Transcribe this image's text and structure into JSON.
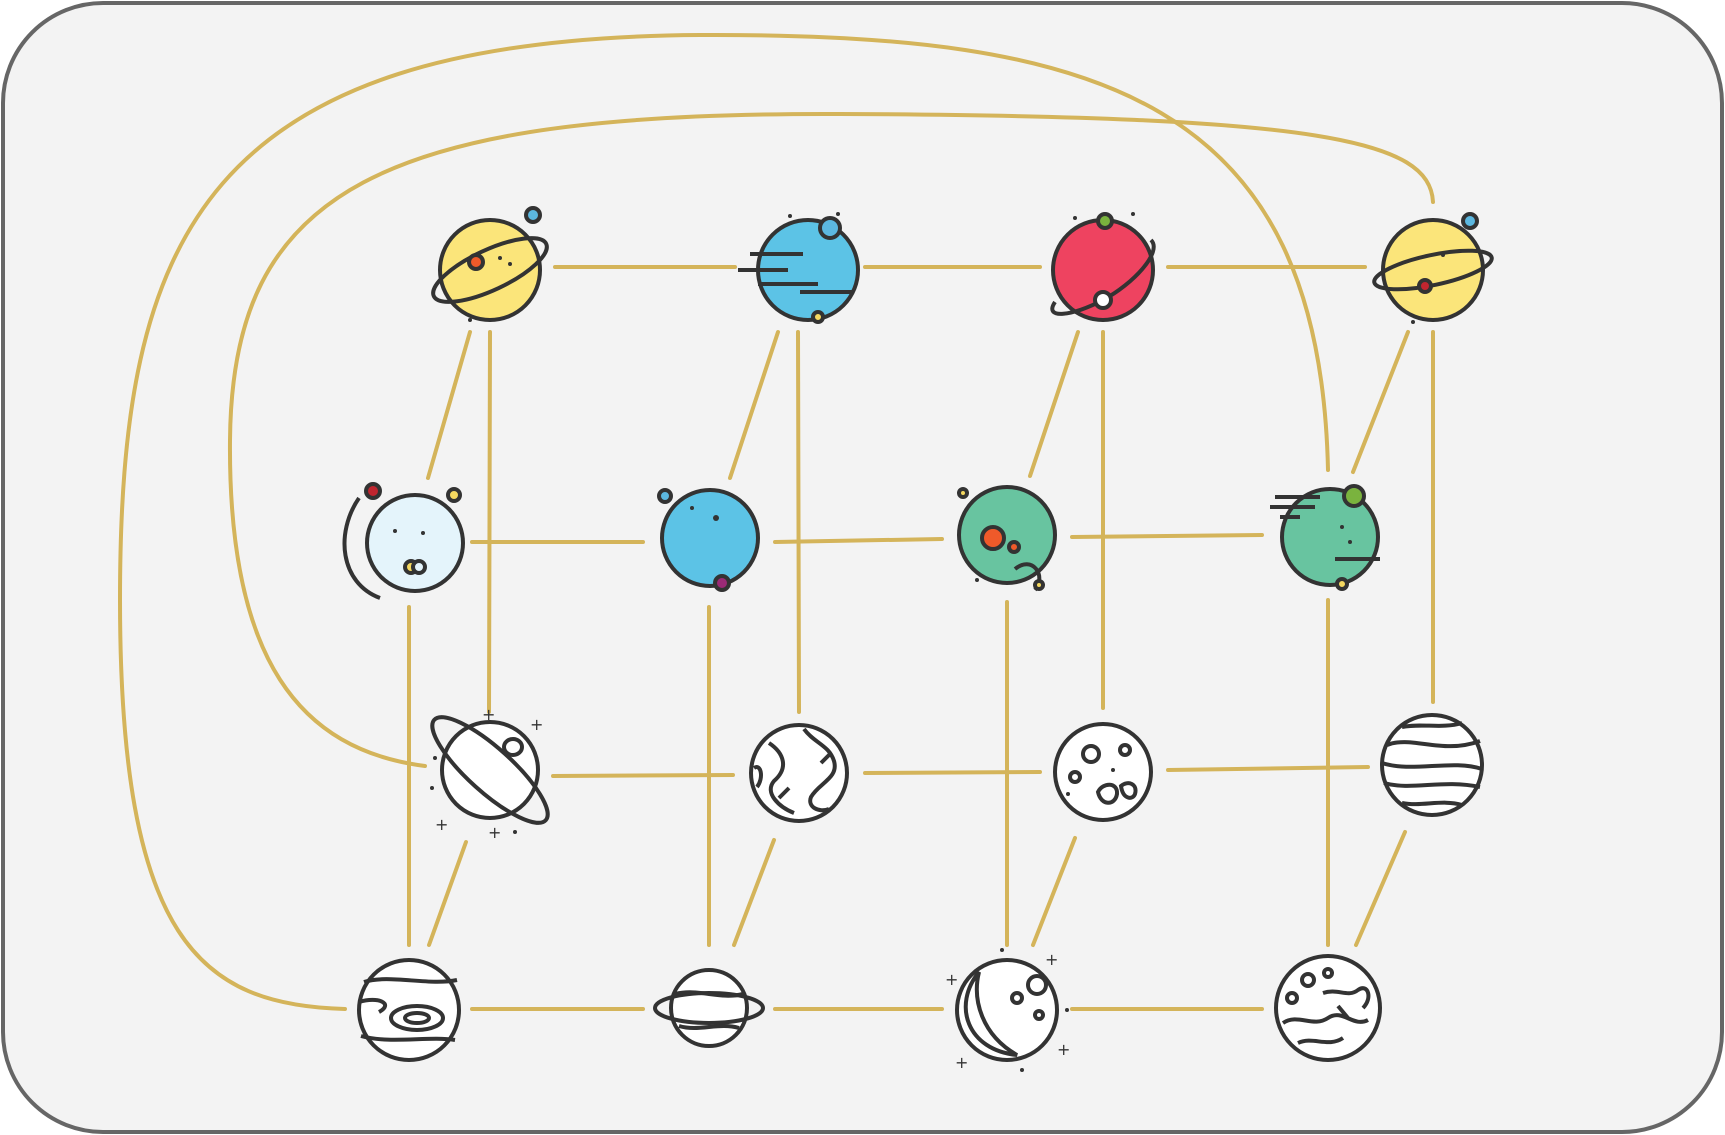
{
  "diagram": {
    "colors": {
      "background": "#f3f3f3",
      "border": "#666666",
      "edge": "#d4b45a",
      "outline": "#333333",
      "yellow": "#fbe57a",
      "blue": "#5cc3e6",
      "red": "#ee4360",
      "green": "#68c4a0",
      "pale": "#e4f4fb",
      "sketch_fill": "#ffffff",
      "accent_red": "#c0252f",
      "accent_orange": "#ef5a2a",
      "accent_purple": "#9b2a76",
      "accent_green": "#7ab33e",
      "accent_lightblue": "#5cb8e0",
      "accent_yellow": "#f5d860"
    },
    "nodes": [
      {
        "id": "yellow-ringed-planet",
        "icon": "yellow-ringed-planet-icon",
        "style": "color"
      },
      {
        "id": "blue-speeding-planet",
        "icon": "blue-speeding-planet-icon",
        "style": "color"
      },
      {
        "id": "red-planet",
        "icon": "red-planet-icon",
        "style": "color"
      },
      {
        "id": "yellow-orbit-planet",
        "icon": "yellow-orbit-planet-icon",
        "style": "color"
      },
      {
        "id": "pale-moon-planet",
        "icon": "pale-moon-planet-icon",
        "style": "color"
      },
      {
        "id": "blue-planet",
        "icon": "blue-planet-icon",
        "style": "color"
      },
      {
        "id": "green-planet",
        "icon": "green-planet-icon",
        "style": "color"
      },
      {
        "id": "green-speeding-planet",
        "icon": "green-speeding-planet-icon",
        "style": "color"
      },
      {
        "id": "sketch-saturn",
        "icon": "sketch-saturn-icon",
        "style": "sketch"
      },
      {
        "id": "sketch-earth",
        "icon": "sketch-earth-icon",
        "style": "sketch"
      },
      {
        "id": "sketch-cratered-moon",
        "icon": "sketch-cratered-moon-icon",
        "style": "sketch"
      },
      {
        "id": "sketch-banded-planet",
        "icon": "sketch-banded-planet-icon",
        "style": "sketch"
      },
      {
        "id": "sketch-jupiter",
        "icon": "sketch-jupiter-icon",
        "style": "sketch"
      },
      {
        "id": "sketch-small-ringed",
        "icon": "sketch-small-ringed-icon",
        "style": "sketch"
      },
      {
        "id": "sketch-crescent-moon",
        "icon": "sketch-crescent-moon-icon",
        "style": "sketch"
      },
      {
        "id": "sketch-mars-like",
        "icon": "sketch-mars-like-icon",
        "style": "sketch"
      }
    ],
    "edges": [
      [
        "yellow-ringed-planet",
        "blue-speeding-planet"
      ],
      [
        "blue-speeding-planet",
        "red-planet"
      ],
      [
        "red-planet",
        "yellow-orbit-planet"
      ],
      [
        "pale-moon-planet",
        "blue-planet"
      ],
      [
        "blue-planet",
        "green-planet"
      ],
      [
        "green-planet",
        "green-speeding-planet"
      ],
      [
        "sketch-saturn",
        "sketch-earth"
      ],
      [
        "sketch-earth",
        "sketch-cratered-moon"
      ],
      [
        "sketch-cratered-moon",
        "sketch-banded-planet"
      ],
      [
        "sketch-jupiter",
        "sketch-small-ringed"
      ],
      [
        "sketch-small-ringed",
        "sketch-crescent-moon"
      ],
      [
        "sketch-crescent-moon",
        "sketch-mars-like"
      ],
      [
        "yellow-ringed-planet",
        "pale-moon-planet"
      ],
      [
        "yellow-ringed-planet",
        "sketch-saturn"
      ],
      [
        "blue-speeding-planet",
        "blue-planet"
      ],
      [
        "blue-speeding-planet",
        "sketch-earth"
      ],
      [
        "red-planet",
        "green-planet"
      ],
      [
        "red-planet",
        "sketch-cratered-moon"
      ],
      [
        "yellow-orbit-planet",
        "green-speeding-planet"
      ],
      [
        "yellow-orbit-planet",
        "sketch-banded-planet"
      ],
      [
        "pale-moon-planet",
        "sketch-jupiter"
      ],
      [
        "blue-planet",
        "sketch-small-ringed"
      ],
      [
        "green-planet",
        "sketch-crescent-moon"
      ],
      [
        "green-speeding-planet",
        "sketch-mars-like"
      ],
      [
        "sketch-saturn",
        "sketch-jupiter"
      ],
      [
        "sketch-earth",
        "sketch-small-ringed"
      ],
      [
        "sketch-cratered-moon",
        "sketch-crescent-moon"
      ],
      [
        "sketch-banded-planet",
        "sketch-mars-like"
      ],
      [
        "sketch-jupiter",
        "green-speeding-planet"
      ],
      [
        "sketch-saturn",
        "yellow-orbit-planet"
      ]
    ]
  }
}
